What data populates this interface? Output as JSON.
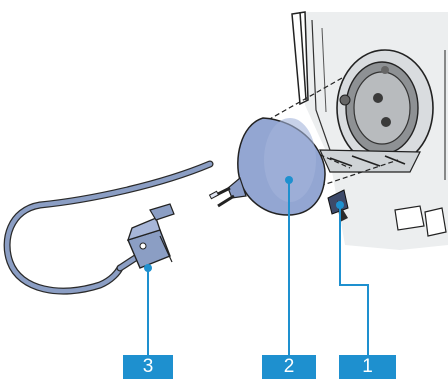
{
  "callouts": [
    {
      "number": "1",
      "part": "device-housing-port"
    },
    {
      "number": "2",
      "part": "funnel-connector"
    },
    {
      "number": "3",
      "part": "power-cable-clip"
    }
  ],
  "colors": {
    "callout_blue": "#1e90cf",
    "cable_blue": "#8b9ec4",
    "funnel_blue": "#93a6d2",
    "housing_gray": "#eceeef",
    "dark_gray": "#5a5a5a"
  }
}
